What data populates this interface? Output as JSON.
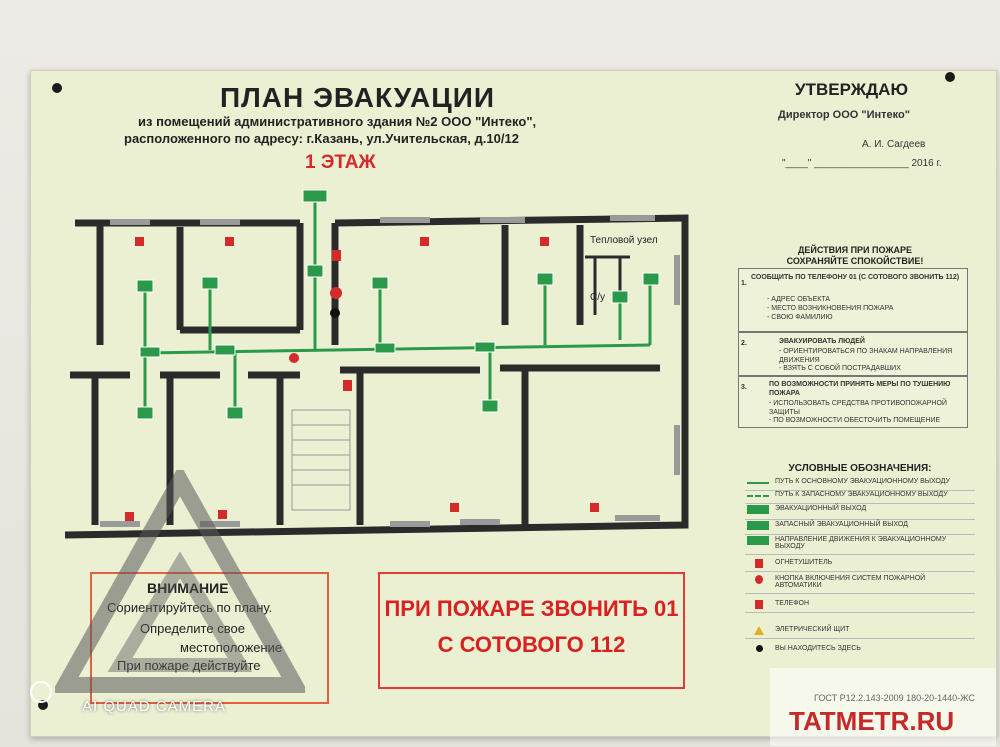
{
  "plan": {
    "title": "ПЛАН ЭВАКУАЦИИ",
    "subtitle_1": "из помещений административного здания №2 ООО \"Интеко\",",
    "subtitle_2": "расположенного по адресу: г.Казань, ул.Учительская, д.10/12",
    "floor": "1 ЭТАЖ"
  },
  "approval": {
    "heading": "УТВЕРЖДАЮ",
    "position": "Директор ООО \"Интеко\"",
    "name": "А. И. Сагдеев",
    "date_line": "\"____\" _________________ 2016 г."
  },
  "rooms": {
    "heat_node": "Тепловой узел",
    "bathroom": "С/у"
  },
  "actions": {
    "heading_1": "ДЕЙСТВИЯ ПРИ ПОЖАРЕ",
    "heading_2": "СОХРАНЯЙТЕ СПОКОЙСТВИЕ!",
    "step1_num": "1.",
    "step1_title": "СООБЩИТЬ ПО ТЕЛЕФОНУ 01 (С СОТОВОГО ЗВОНИТЬ 112)",
    "step1_items": [
      "- АДРЕС ОБЪЕКТА",
      "- МЕСТО ВОЗНИКНОВЕНИЯ ПОЖАРА",
      "- СВОЮ ФАМИЛИЮ"
    ],
    "step2_num": "2.",
    "step2_title": "ЭВАКУИРОВАТЬ ЛЮДЕЙ",
    "step2_items": [
      "- ОРИЕНТИРОВАТЬСЯ ПО ЗНАКАМ НАПРАВЛЕНИЯ ДВИЖЕНИЯ",
      "- ВЗЯТЬ С СОБОЙ ПОСТРАДАВШИХ"
    ],
    "step3_num": "3.",
    "step3_title": "ПО ВОЗМОЖНОСТИ ПРИНЯТЬ МЕРЫ ПО ТУШЕНИЮ ПОЖАРА",
    "step3_items": [
      "- ИСПОЛЬЗОВАТЬ СРЕДСТВА ПРОТИВОПОЖАРНОЙ ЗАЩИТЫ",
      "- ПО ВОЗМОЖНОСТИ ОБЕСТОЧИТЬ ПОМЕЩЕНИЕ"
    ]
  },
  "legend": {
    "heading": "УСЛОВНЫЕ ОБОЗНАЧЕНИЯ:",
    "items": [
      {
        "label": "ПУТЬ К ОСНОВНОМУ ЭВАКУАЦИОННОМУ ВЫХОДУ",
        "symbol": "green-line",
        "color": "#2a9a4a"
      },
      {
        "label": "ПУТЬ К ЗАПАСНОМУ ЭВАКУАЦИОННОМУ ВЫХОДУ",
        "symbol": "green-dashed",
        "color": "#2a9a4a"
      },
      {
        "label": "ЭВАКУАЦИОННЫЙ ВЫХОД",
        "symbol": "exit-sign",
        "color": "#2a9a4a"
      },
      {
        "label": "ЗАПАСНЫЙ ЭВАКУАЦИОННЫЙ ВЫХОД",
        "symbol": "exit-sign-alt",
        "color": "#2a9a4a"
      },
      {
        "label": "НАПРАВЛЕНИЕ ДВИЖЕНИЯ К ЭВАКУАЦИОННОМУ ВЫХОДУ",
        "symbol": "arrow-sign",
        "color": "#2a9a4a"
      },
      {
        "label": "ОГНЕТУШИТЕЛЬ",
        "symbol": "extinguisher",
        "color": "#d32a2a"
      },
      {
        "label": "КНОПКА ВКЛЮЧЕНИЯ СИСТЕМ ПОЖАРНОЙ АВТОМАТИКИ",
        "symbol": "alarm-button",
        "color": "#d32a2a"
      },
      {
        "label": "ТЕЛЕФОН",
        "symbol": "phone",
        "color": "#d32a2a"
      },
      {
        "label": "ЭЛЕТРИЧЕСКИЙ ЩИТ",
        "symbol": "warning-triangle",
        "color": "#e0b020"
      },
      {
        "label": "ВЫ НАХОДИТЕСЬ ЗДЕСЬ",
        "symbol": "dot",
        "color": "#111111"
      }
    ]
  },
  "warning": {
    "heading": "ВНИМАНИЕ",
    "lines": [
      "Сориентируйтесь по плану.",
      "Определите свое",
      "местоположение",
      "При пожаре действуйте"
    ]
  },
  "fire_call": {
    "line1": "ПРИ ПОЖАРЕ ЗВОНИТЬ 01",
    "line2": "С СОТОВОГО 112"
  },
  "footer": {
    "gost": "ГОСТ Р12.2.143-2009   180-20-1440-ЖС"
  },
  "overlays": {
    "camera_label": "AI QUAD CAMERA",
    "watermark": "TATMETR.RU"
  },
  "colors": {
    "board": "#ecf0d3",
    "wall": "#2a2a2a",
    "route": "#2a9a4a",
    "alert": "#d32a2a"
  }
}
